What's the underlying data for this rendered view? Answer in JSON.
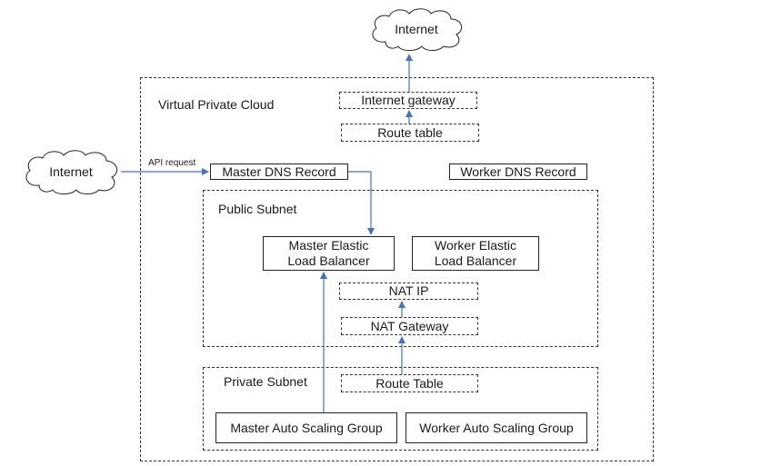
{
  "clouds": {
    "top": "Internet",
    "left": "Internet"
  },
  "regions": {
    "vpc": "Virtual Private Cloud",
    "public_subnet": "Public Subnet",
    "private_subnet": "Private Subnet"
  },
  "nodes": {
    "internet_gateway": "Internet gateway",
    "route_table_top": "Route table",
    "master_dns": "Master DNS Record",
    "worker_dns": "Worker DNS Record",
    "master_elb": "Master Elastic Load Balancer",
    "worker_elb": "Worker Elastic Load Balancer",
    "nat_ip": "NAT IP",
    "nat_gateway": "NAT Gateway",
    "route_table_private": "Route Table",
    "master_asg": "Master Auto Scaling Group",
    "worker_asg": "Worker Auto Scaling Group"
  },
  "edge_labels": {
    "api_request": "API request"
  },
  "colors": {
    "arrow": "#4472c4",
    "border": "#333333"
  }
}
